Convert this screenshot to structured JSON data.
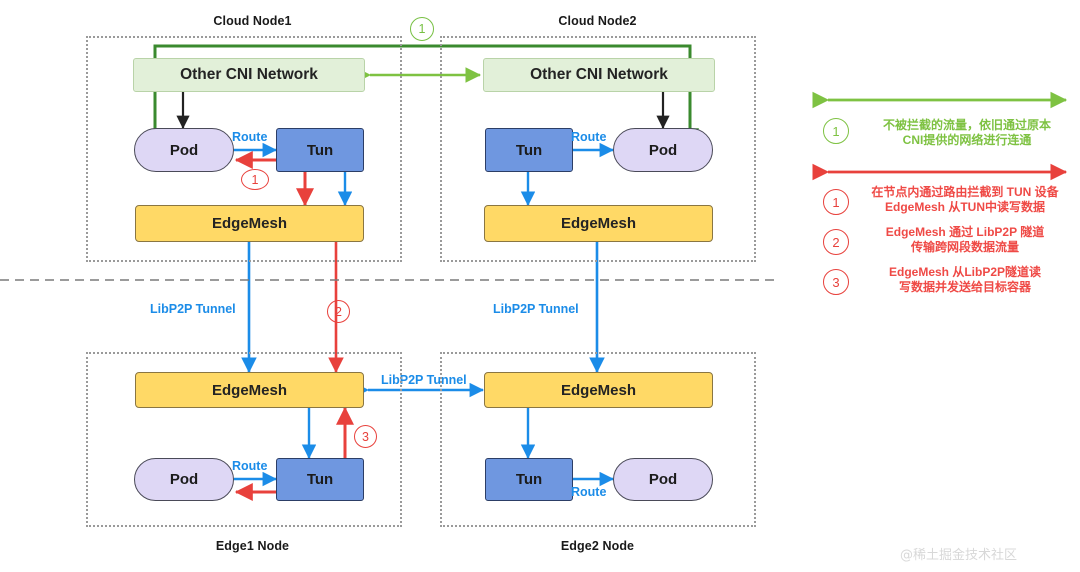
{
  "nodes": [
    {
      "title": "Cloud Node1",
      "cni": "Other CNI Network",
      "pod": "Pod",
      "tun": "Tun",
      "edgemesh": "EdgeMesh",
      "route": "Route"
    },
    {
      "title": "Cloud Node2",
      "cni": "Other CNI Network",
      "pod": "Pod",
      "tun": "Tun",
      "edgemesh": "EdgeMesh",
      "route": "Route"
    },
    {
      "title": "Edge1 Node",
      "pod": "Pod",
      "tun": "Tun",
      "edgemesh": "EdgeMesh",
      "route": "Route"
    },
    {
      "title": "Edge2 Node",
      "pod": "Pod",
      "tun": "Tun",
      "edgemesh": "EdgeMesh",
      "route": "Route"
    }
  ],
  "tunnel_labels": [
    "LibP2P Tunnel",
    "LibP2P Tunnel",
    "LibP2P Tunnel"
  ],
  "markers": {
    "top_green": "1",
    "cloud1_red": "1",
    "middle_red": "2",
    "edge1_red": "3"
  },
  "legend": {
    "green_item": {
      "number": "1",
      "text": "不被拦截的流量，依旧通过原本\nCNI提供的网络进行连通"
    },
    "red_items": [
      {
        "number": "1",
        "text": "在节点内通过路由拦截到 TUN 设备\nEdgeMesh 从TUN中读写数据"
      },
      {
        "number": "2",
        "text": "EdgeMesh 通过 LibP2P 隧道\n传输跨网段数据流量"
      },
      {
        "number": "3",
        "text": "EdgeMesh 从LibP2P隧道读\n写数据并发送给目标容器"
      }
    ]
  },
  "watermark": "@稀土掘金技术社区",
  "colors": {
    "green_light": "#7ec242",
    "green_dark": "#3a8a2e",
    "red": "#e8413c",
    "blue": "#1b8ce8",
    "yellow": "#ffd966",
    "tun_blue": "#6f97e0",
    "pod_purple": "#ded7f5",
    "cni_green": "#e2f0d9"
  }
}
